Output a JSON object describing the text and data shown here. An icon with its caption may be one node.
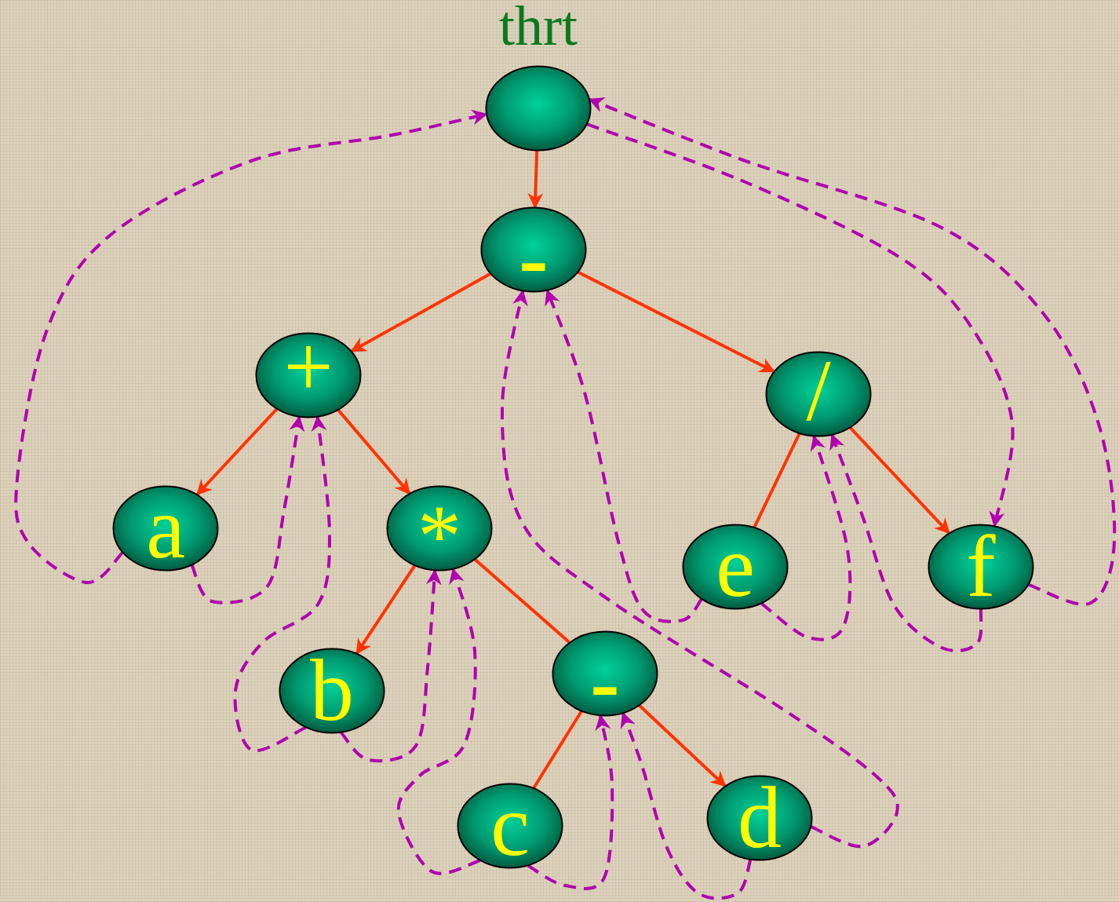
{
  "diagram": {
    "nodes": [
      {
        "text": [
          "thrt"
        ]
      },
      {
        "text": [
          "-"
        ]
      },
      {
        "text": [
          "+"
        ]
      },
      {
        "text": [
          "/"
        ]
      },
      {
        "text": [
          "a"
        ]
      },
      {
        "text": [
          "*"
        ]
      },
      {
        "text": [
          "e"
        ]
      },
      {
        "text": [
          "f"
        ]
      },
      {
        "text": [
          "b"
        ]
      },
      {
        "text": [
          "-"
        ]
      },
      {
        "text": [
          "c"
        ]
      },
      {
        "text": [
          "d"
        ]
      }
    ],
    "edges": [
      {
        "from": 0,
        "to": 1,
        "arrow": "to",
        "color": "#ff3300"
      },
      {
        "from": 1,
        "to": 2,
        "arrow": "to",
        "color": "#ff3300"
      },
      {
        "from": 1,
        "to": 3,
        "arrow": "to",
        "color": "#ff3300"
      },
      {
        "from": 2,
        "to": 4,
        "arrow": "to",
        "color": "#ff3300"
      },
      {
        "from": 2,
        "to": 5,
        "arrow": "to",
        "color": "#ff3300"
      },
      {
        "from": 3,
        "to": 6,
        "arrow": "none",
        "color": "#ff3300"
      },
      {
        "from": 3,
        "to": 7,
        "arrow": "to",
        "color": "#ff3300"
      },
      {
        "from": 5,
        "to": 8,
        "arrow": "to",
        "color": "#ff3300"
      },
      {
        "from": 5,
        "to": 9,
        "arrow": "none",
        "color": "#ff3300"
      },
      {
        "from": 9,
        "to": 10,
        "arrow": "none",
        "color": "#ff3300"
      },
      {
        "from": 9,
        "to": 11,
        "arrow": "to",
        "color": "#ff3300"
      },
      {
        "from": 4,
        "to": 0,
        "arrow": "to",
        "style": "dashed"
      },
      {
        "from": 4,
        "to": 2,
        "arrow": "to",
        "style": "dashed"
      },
      {
        "from": 8,
        "to": 2,
        "arrow": "to",
        "style": "dashed"
      },
      {
        "from": 8,
        "to": 5,
        "arrow": "to",
        "style": "dashed"
      },
      {
        "from": 10,
        "to": 5,
        "arrow": "to",
        "style": "dashed"
      },
      {
        "from": 10,
        "to": 9,
        "arrow": "to",
        "style": "dashed"
      },
      {
        "from": 11,
        "to": 9,
        "arrow": "to",
        "style": "dashed"
      },
      {
        "from": 11,
        "to": 1,
        "arrow": "to",
        "style": "dashed"
      },
      {
        "from": 6,
        "to": 1,
        "arrow": "to",
        "style": "dashed"
      },
      {
        "from": 6,
        "to": 3,
        "arrow": "to",
        "style": "dashed"
      },
      {
        "from": 7,
        "to": 3,
        "arrow": "to",
        "style": "dashed"
      },
      {
        "from": 7,
        "to": 0,
        "arrow": "to",
        "style": "dashed"
      },
      {
        "from": 0,
        "to": 7,
        "arrow": "to",
        "style": "dashed"
      }
    ]
  }
}
